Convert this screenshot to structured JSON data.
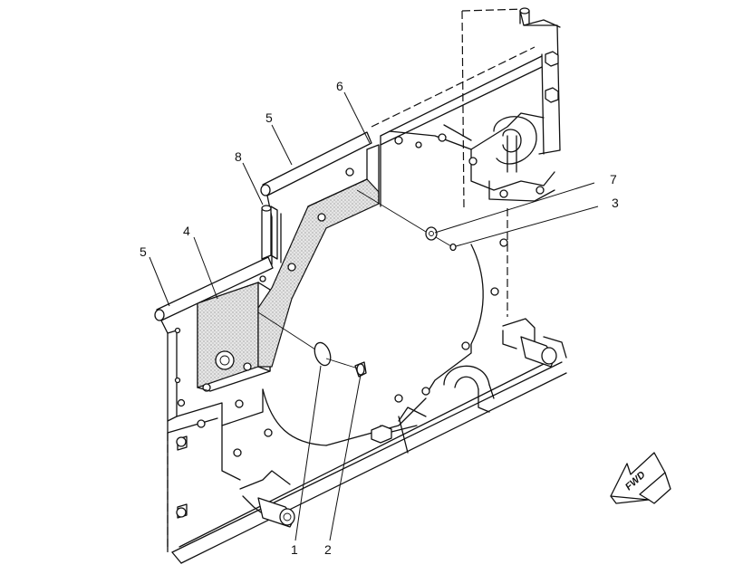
{
  "callouts": {
    "c1": "1",
    "c2": "2",
    "c3": "3",
    "c4": "4",
    "c5a": "5",
    "c5b": "5",
    "c6": "6",
    "c7": "7",
    "c8": "8"
  },
  "direction_arrow": {
    "label": "FWD",
    "icon": "forward-arrow-icon"
  },
  "colors": {
    "line": "#111111",
    "background": "#ffffff"
  }
}
